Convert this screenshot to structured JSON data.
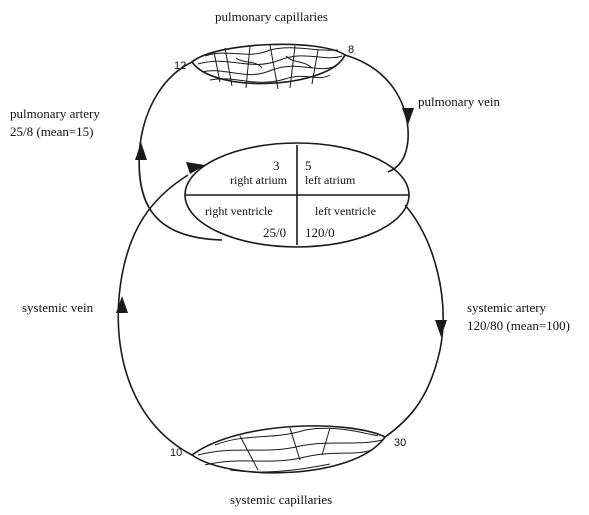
{
  "labels": {
    "pulmonary_capillaries": "pulmonary capillaries",
    "pulmonary_vein": "pulmonary vein",
    "pulmonary_artery_name": "pulmonary artery",
    "pulmonary_artery_pressure": "25/8 (mean=15)",
    "systemic_vein": "systemic vein",
    "systemic_artery_name": "systemic artery",
    "systemic_artery_pressure": "120/80 (mean=100)",
    "systemic_capillaries": "systemic capillaries"
  },
  "heart": {
    "right_atrium": {
      "label": "right atrium",
      "pressure": "3"
    },
    "left_atrium": {
      "label": "left atrium",
      "pressure": "5"
    },
    "right_ventricle": {
      "label": "right ventricle",
      "pressure": "25/0"
    },
    "left_ventricle": {
      "label": "left ventricle",
      "pressure": "120/0"
    }
  },
  "capillary_pressures": {
    "pulmonary_inlet": "12",
    "pulmonary_outlet": "8",
    "systemic_inlet": "30",
    "systemic_outlet": "10"
  }
}
